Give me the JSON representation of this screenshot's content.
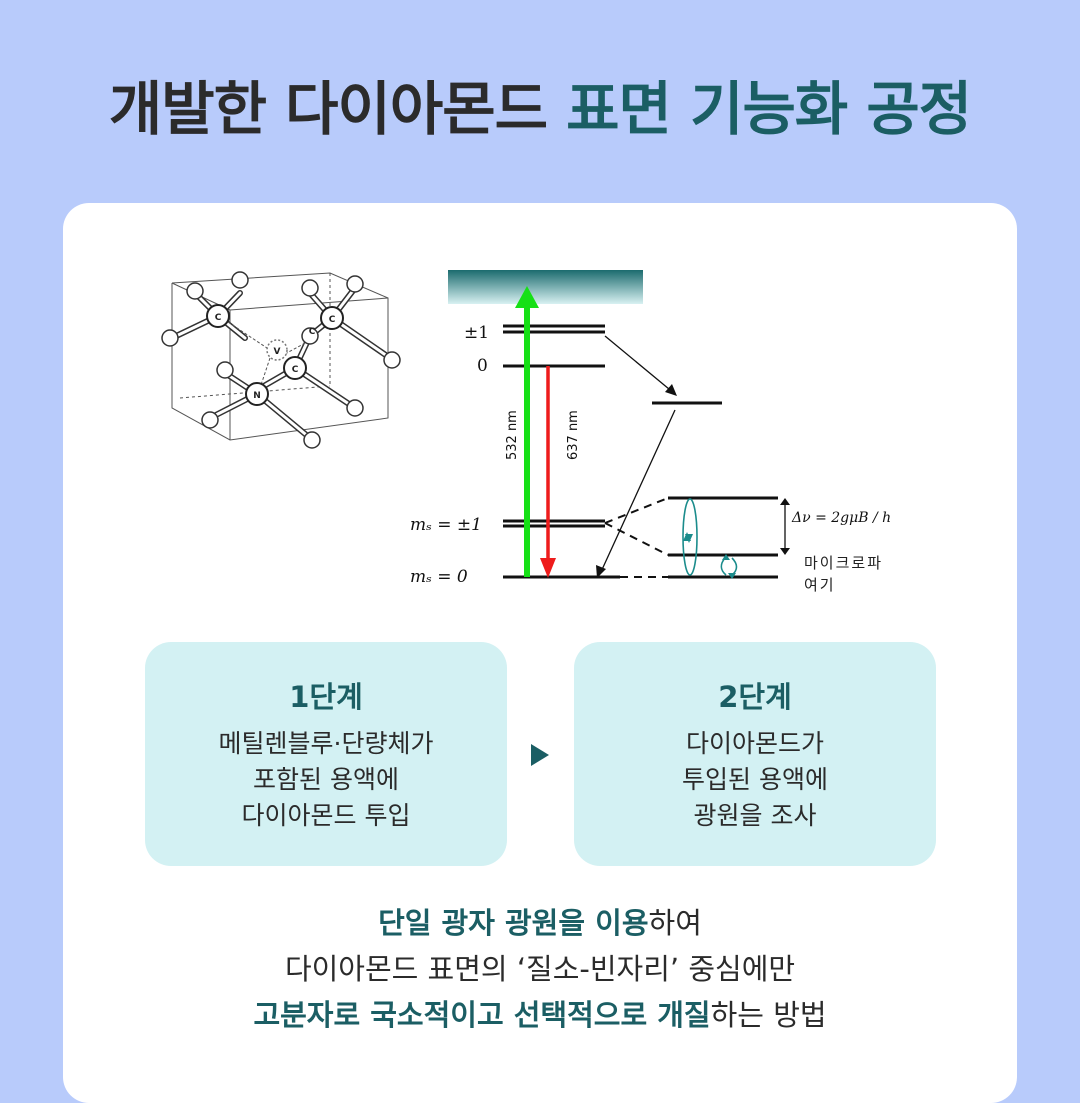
{
  "title": {
    "part1": "개발한 다이아몬드 ",
    "part2": "표면 기능화 공정"
  },
  "diagram": {
    "crystal_labels": {
      "c1": "C",
      "c2": "C",
      "c3": "C",
      "c4": "C",
      "v": "V",
      "n": "N"
    },
    "levels": {
      "excited_pm1": "±1",
      "excited_0": "0",
      "ground_pm1": "mₛ = ±1",
      "ground_0": "mₛ = 0"
    },
    "wavelengths": {
      "green": "532 nm",
      "red": "637 nm"
    },
    "splitting": "Δν = 2gμB / h",
    "microwave": {
      "line1": "마이크로파",
      "line2": "여기"
    },
    "colors": {
      "excitation": "#16e016",
      "emission": "#ee1c1c",
      "teal": "#1b8c8c",
      "band": "#1b6b6e"
    }
  },
  "steps": [
    {
      "title": "1단계",
      "lines": [
        "메틸렌블루·단량체가",
        "포함된 용액에",
        "다이아몬드 투입"
      ]
    },
    {
      "title": "2단계",
      "lines": [
        "다이아몬드가",
        "투입된 용액에",
        "광원을 조사"
      ]
    }
  ],
  "summary": {
    "line1_hl": "단일 광자 광원을 이용",
    "line1_rest": "하여",
    "line2": "다이아몬드 표면의 ‘질소-빈자리’ 중심에만",
    "line3_hl": "고분자로 국소적이고 선택적으로 개질",
    "line3_rest": "하는 방법"
  }
}
